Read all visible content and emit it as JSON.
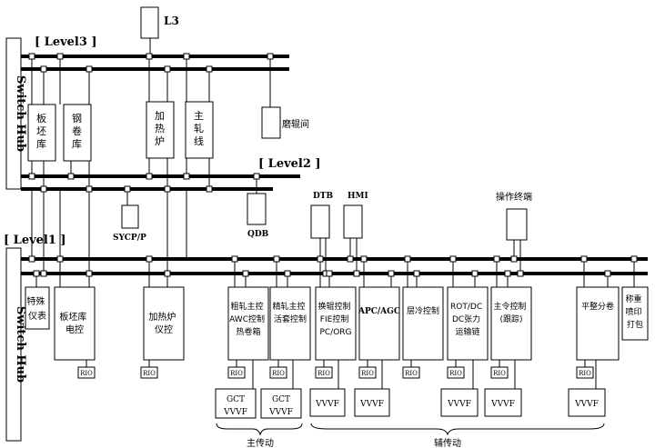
{
  "hub_label": "Switch Hub",
  "level3": {
    "label": "[ Level3 ]",
    "top_device": "L3"
  },
  "level2": {
    "label": "[ Level2 ]"
  },
  "level1": {
    "label": "[ Level1 ]"
  },
  "level3_boxes": [
    {
      "id": "slab-yard",
      "text": "板坯库"
    },
    {
      "id": "coil-yard",
      "text": "钢卷库"
    },
    {
      "id": "furnace",
      "text": "加热炉"
    },
    {
      "id": "main-line",
      "text": "主轧线"
    }
  ],
  "roll_shop": "磨辊间",
  "sycp": "SYCP/P",
  "qdb": "QDB",
  "dtb": "DTB",
  "hmi": "HMI",
  "op_terminal": "操作终端",
  "level1_boxes": [
    {
      "id": "special-instr",
      "lines": [
        "特殊",
        "仪表"
      ]
    },
    {
      "id": "slab-yard-elec",
      "lines": [
        "板坯库",
        "电控"
      ]
    },
    {
      "id": "furnace-instr",
      "lines": [
        "加热炉",
        "仪控"
      ]
    },
    {
      "id": "rough-main",
      "lines": [
        "粗轧主控",
        "AWC控制",
        "热卷箱"
      ]
    },
    {
      "id": "finish-main",
      "lines": [
        "精轧主控",
        "活套控制"
      ]
    },
    {
      "id": "roll-change",
      "lines": [
        "换辊控制",
        "FIE控制",
        "PC/ORG"
      ]
    },
    {
      "id": "apc-agc",
      "lines": [
        "APC/AGC"
      ]
    },
    {
      "id": "laminar",
      "lines": [
        "层冷控制"
      ]
    },
    {
      "id": "rot-dc",
      "lines": [
        "ROT/DC",
        "DC张力",
        "运输链"
      ]
    },
    {
      "id": "main-cmd",
      "lines": [
        "主令控制",
        "(跟踪)"
      ]
    },
    {
      "id": "flatten",
      "lines": [
        "平整分卷"
      ]
    },
    {
      "id": "weigh-pack",
      "lines": [
        "称重",
        "喷印",
        "打包"
      ]
    }
  ],
  "rio_label": "RIO",
  "gct_label": "GCT",
  "vvvf_label": "VVVF",
  "main_drive": "主传动",
  "aux_drive": "辅传动"
}
